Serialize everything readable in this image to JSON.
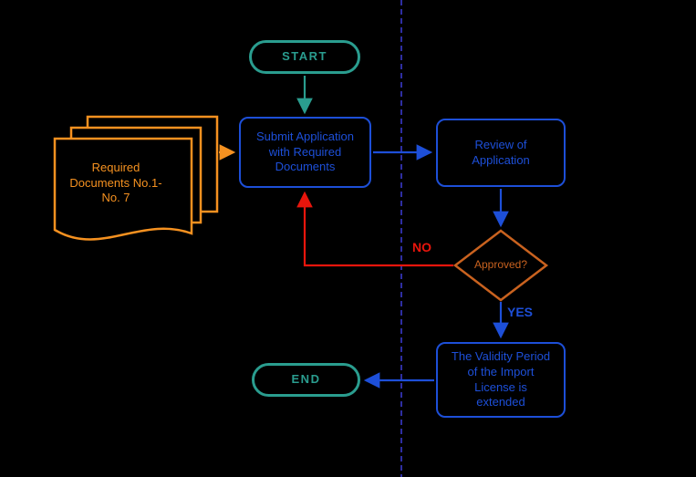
{
  "diagram": {
    "start": {
      "label": "START"
    },
    "submit": {
      "label": "Submit Application\nwith Required\nDocuments"
    },
    "review": {
      "label": "Review of\nApplication"
    },
    "documents": {
      "label": "Required\nDocuments No.1-\nNo. 7"
    },
    "decision": {
      "label": "Approved?",
      "no_label": "NO",
      "yes_label": "YES"
    },
    "validity": {
      "label": "The Validity Period\nof the Import\nLicense is\nextended"
    },
    "end": {
      "label": "END"
    }
  },
  "colors": {
    "teal": "#2a9d8f",
    "blue": "#1d4fd8",
    "orange": "#f59120",
    "decision_orange": "#c9621f",
    "red": "#e8150c",
    "divider": "#3d3dd8",
    "background": "#000000"
  }
}
